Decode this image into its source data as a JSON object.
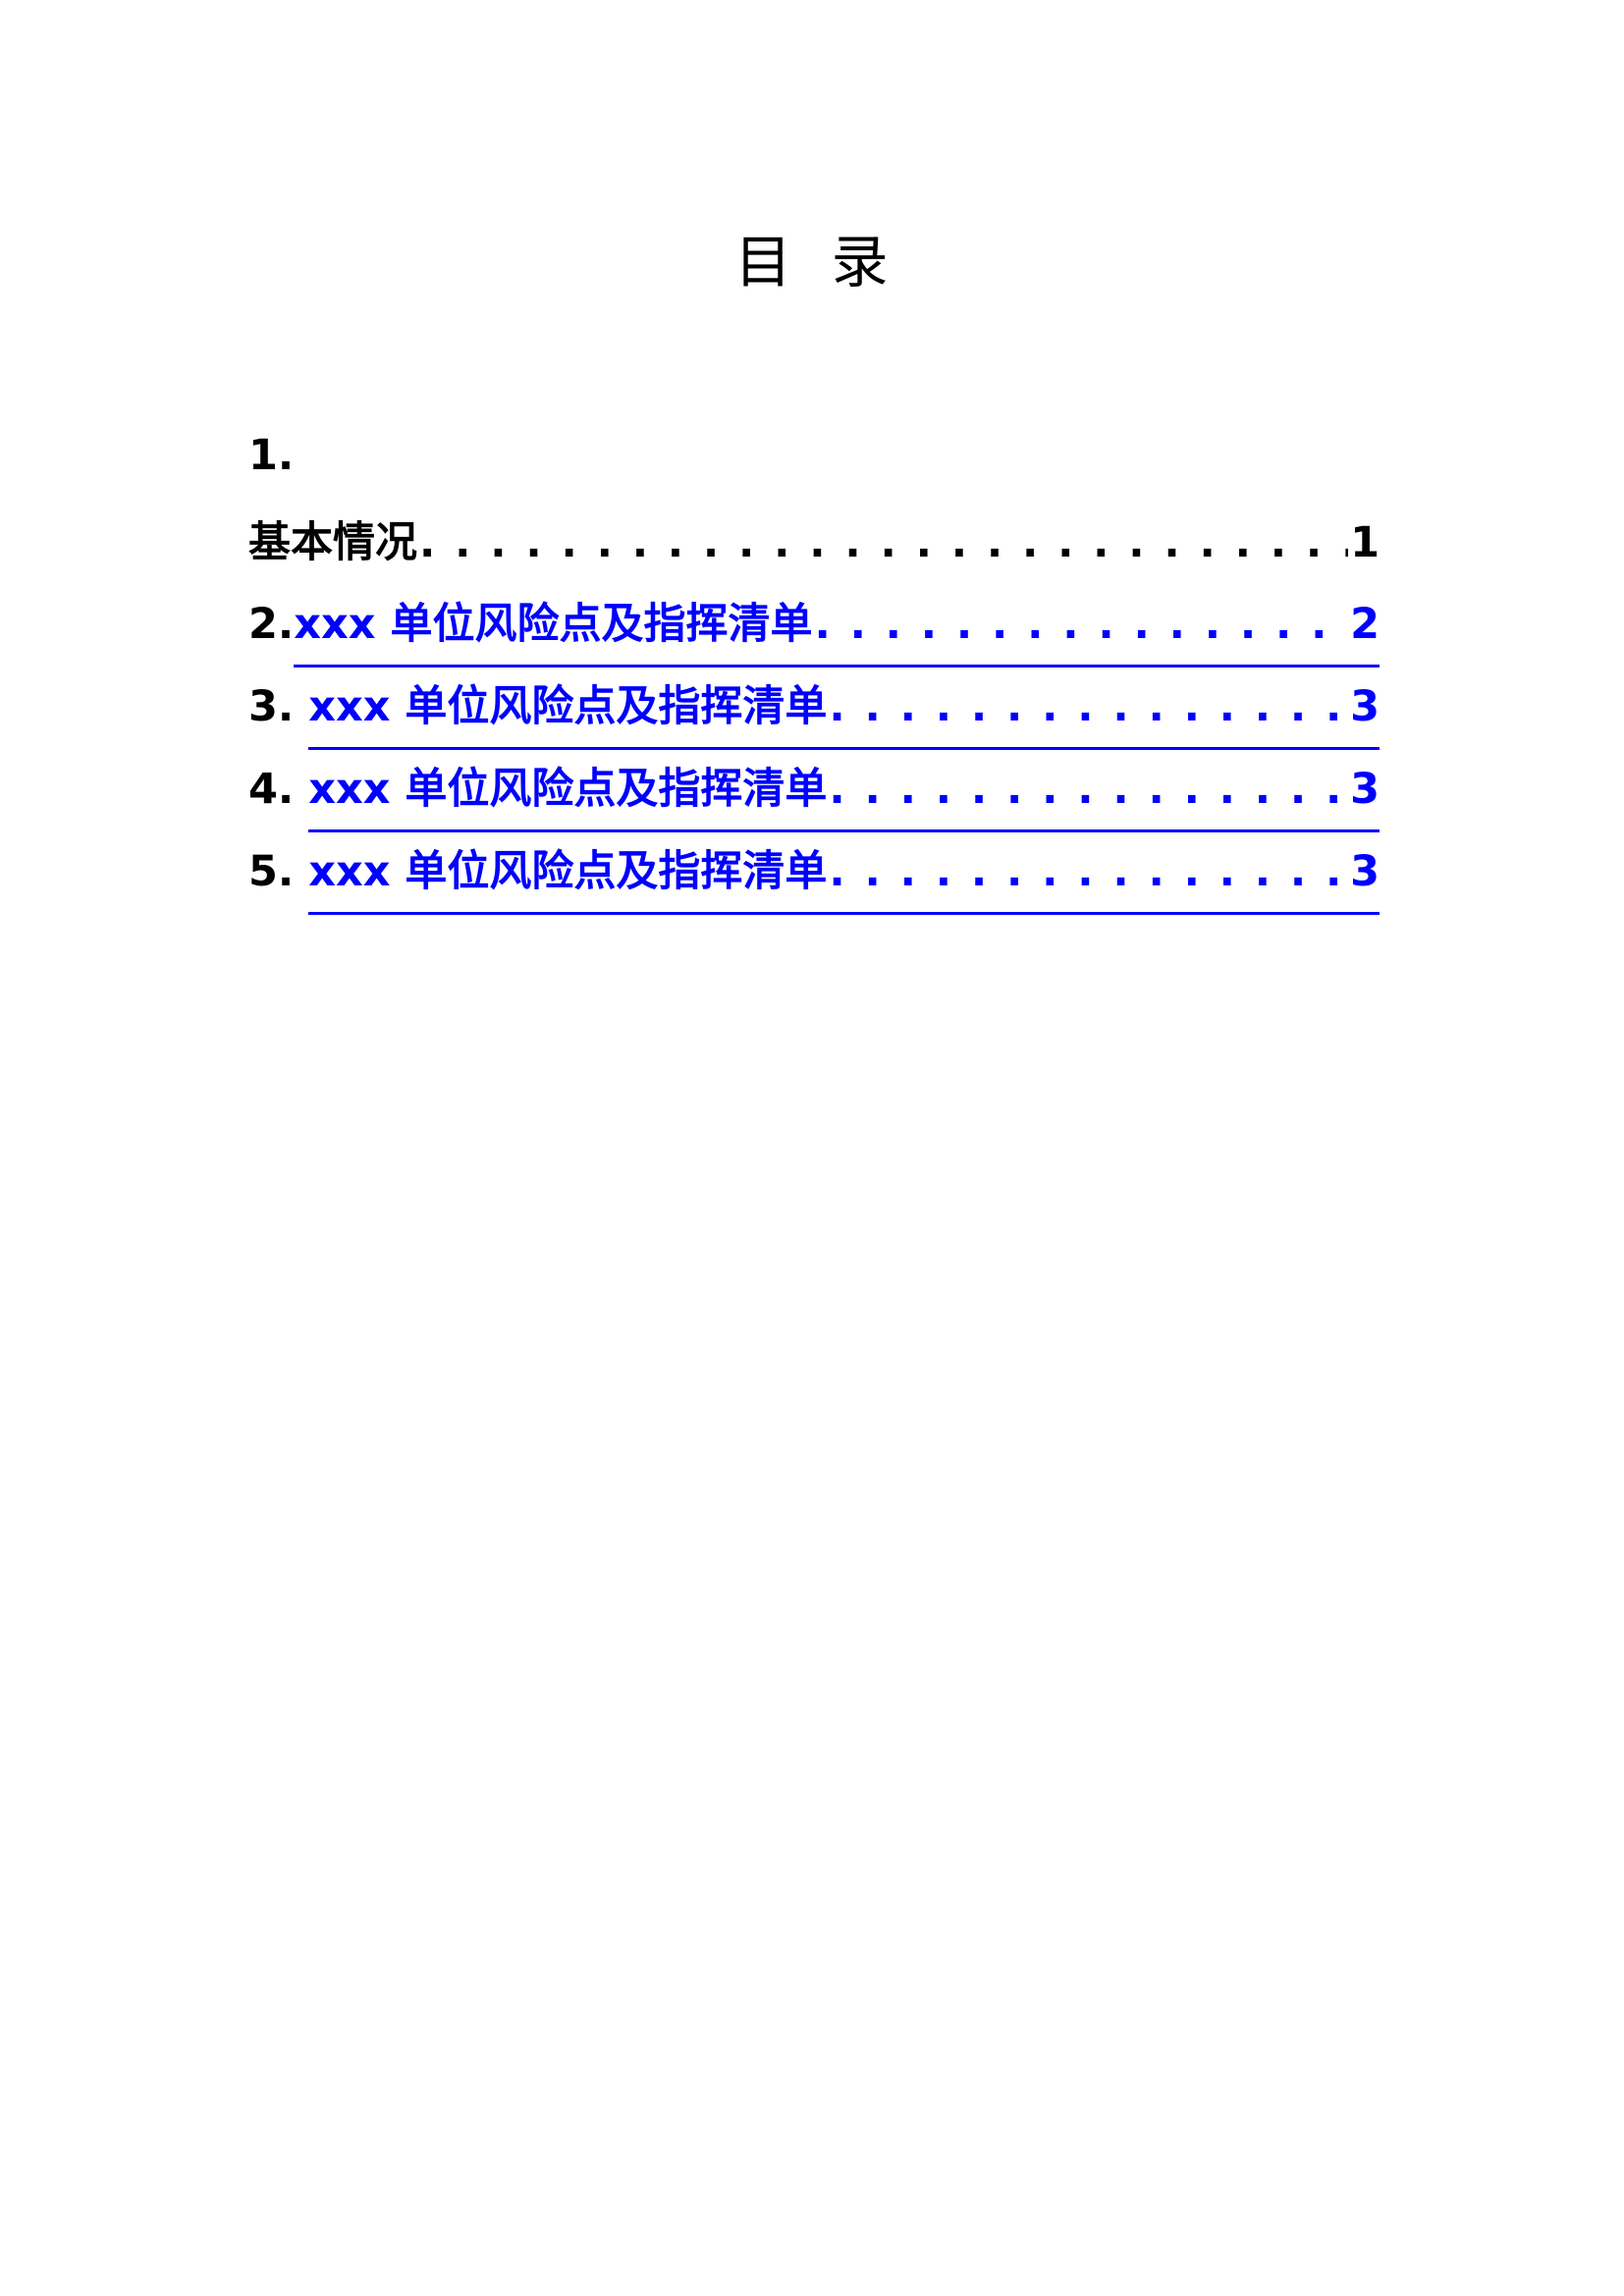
{
  "document": {
    "title": "目  录",
    "background_color": "#ffffff",
    "link_color": "#0000ff",
    "text_color": "#000000"
  },
  "toc": {
    "leader_char": ".",
    "entries": [
      {
        "number": "1.",
        "text": "基本情况",
        "page": "1",
        "is_link": false,
        "leader": "............................................",
        "wrapped": true
      },
      {
        "number": "2.",
        "text": "xxx 单位风险点及指挥清单",
        "page": "2",
        "is_link": true,
        "leader": ".................",
        "wrapped": false
      },
      {
        "number": "3. ",
        "text": "xxx 单位风险点及指挥清单",
        "page": "3",
        "is_link": true,
        "leader": "................",
        "wrapped": false
      },
      {
        "number": "4. ",
        "text": "xxx 单位风险点及指挥清单",
        "page": "3",
        "is_link": true,
        "leader": "................",
        "wrapped": false
      },
      {
        "number": "5. ",
        "text": "xxx 单位风险点及指挥清单",
        "page": "3",
        "is_link": true,
        "leader": "................",
        "wrapped": false
      }
    ]
  }
}
